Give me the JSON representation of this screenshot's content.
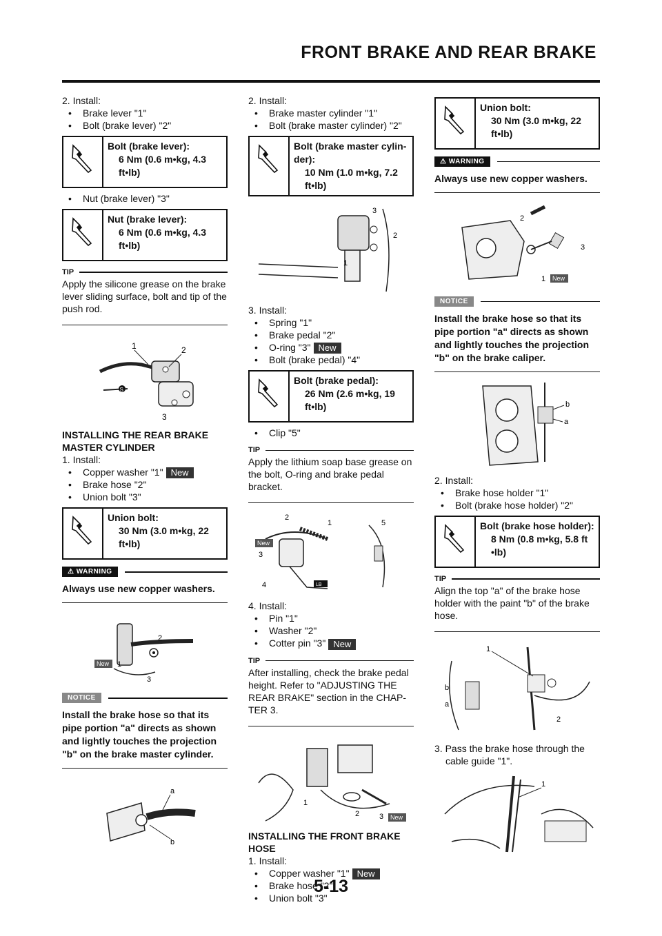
{
  "header": {
    "title": "FRONT BRAKE AND REAR BRAKE"
  },
  "page_number": "5-13",
  "col1": {
    "step2": "2. Install:",
    "b1": "Brake lever \"1\"",
    "b2": "Bolt (brake lever) \"2\"",
    "tq1_label": "Bolt (brake lever):",
    "tq1_val": "6 Nm (0.6 m•kg, 4.3 ft•lb)",
    "b3": "Nut (brake lever) \"3\"",
    "tq2_label": "Nut (brake lever):",
    "tq2_val": "6 Nm (0.6 m•kg, 4.3 ft•lb)",
    "tip_label": "TIP",
    "tip_text": "Apply the silicone grease on the brake lever sliding surface, bolt and tip of the push rod.",
    "section": "INSTALLING THE REAR BRAKE MASTER CYLINDER",
    "step1": "1. Install:",
    "b4": "Copper washer \"1\"",
    "b5": "Brake hose \"2\"",
    "b6": "Union bolt \"3\"",
    "tq3_label": "Union bolt:",
    "tq3_val": "30 Nm (3.0 m•kg, 22 ft•lb)",
    "warn_label": "WARNING",
    "warn_text": "Always use new copper washers.",
    "notice_label": "NOTICE",
    "notice_text": "Install the brake hose so that its pipe portion \"a\" directs as shown and lightly touches the projection \"b\" on the brake master cylinder."
  },
  "col2": {
    "step2": "2. Install:",
    "b1": "Brake master cylinder \"1\"",
    "b2": "Bolt (brake master cylinder) \"2\"",
    "tq1_label": "Bolt (brake master cylin-der):",
    "tq1_val": "10 Nm (1.0 m•kg, 7.2 ft•lb)",
    "step3": "3. Install:",
    "b3": "Spring \"1\"",
    "b4": "Brake pedal \"2\"",
    "b5": "O-ring \"3\"",
    "b6": "Bolt (brake pedal) \"4\"",
    "tq2_label": "Bolt (brake pedal):",
    "tq2_val": "26 Nm (2.6 m•kg, 19 ft•lb)",
    "b7": "Clip \"5\"",
    "tip1_label": "TIP",
    "tip1_text": "Apply the lithium soap base grease on the bolt, O-ring and brake pedal bracket.",
    "step4": "4. Install:",
    "b8": "Pin \"1\"",
    "b9": "Washer \"2\"",
    "b10": "Cotter pin \"3\"",
    "tip2_label": "TIP",
    "tip2_text": "After installing, check the brake pedal height. Refer to \"ADJUSTING THE REAR BRAKE\" section in the CHAP-TER 3.",
    "section": "INSTALLING THE FRONT BRAKE HOSE",
    "step1": "1. Install:",
    "b11": "Copper washer \"1\"",
    "b12": "Brake hose \"2\"",
    "b13": "Union bolt \"3\""
  },
  "col3": {
    "tq1_label": "Union bolt:",
    "tq1_val": "30 Nm (3.0 m•kg, 22 ft•lb)",
    "warn_label": "WARNING",
    "warn_text": "Always use new copper washers.",
    "notice_label": "NOTICE",
    "notice_text": "Install the brake hose so that its pipe portion \"a\" directs as shown and lightly touches the projection \"b\" on the brake caliper.",
    "step2": "2. Install:",
    "b1": "Brake hose holder \"1\"",
    "b2": "Bolt (brake hose holder) \"2\"",
    "tq2_label": "Bolt (brake hose holder):",
    "tq2_val": "8 Nm (0.8 m•kg, 5.8 ft •lb)",
    "tip_label": "TIP",
    "tip_text": "Align the top \"a\" of the brake hose holder with the paint \"b\" of the brake hose.",
    "step3": "3. Pass the brake hose through the cable guide \"1\"."
  },
  "new_tag": "New",
  "fig_labels": {
    "one": "1",
    "two": "2",
    "three": "3",
    "four": "4",
    "five": "5",
    "a": "a",
    "b": "b",
    "s": "S",
    "lb": "LB"
  }
}
